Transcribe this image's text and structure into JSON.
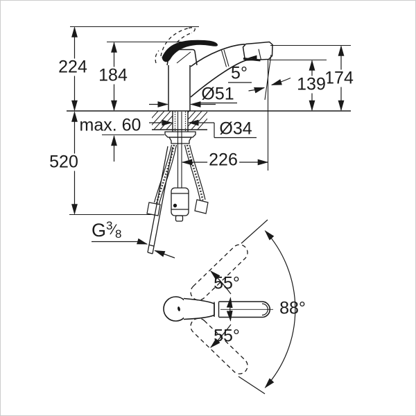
{
  "drawing_title": "faucet-technical-dimension-drawing",
  "colors": {
    "line": "#1a1a1a",
    "background": "#ffffff",
    "border": "#cccccc"
  },
  "labels": {
    "height_total": "224",
    "height_to_handle": "184",
    "height_spout_top": "174",
    "height_outlet": "139",
    "hose_length": "520",
    "deck_thickness_max": "max. 60",
    "base_diameter": "Ø51",
    "hole_diameter": "Ø34",
    "outlet_angle": "5°",
    "spout_projection": "226",
    "thread": {
      "g": "G",
      "numerator": "3",
      "slash": "⁄",
      "denominator": "8"
    },
    "swing_upper": "55°",
    "swing_lower": "55°",
    "swivel_total": "88°"
  }
}
